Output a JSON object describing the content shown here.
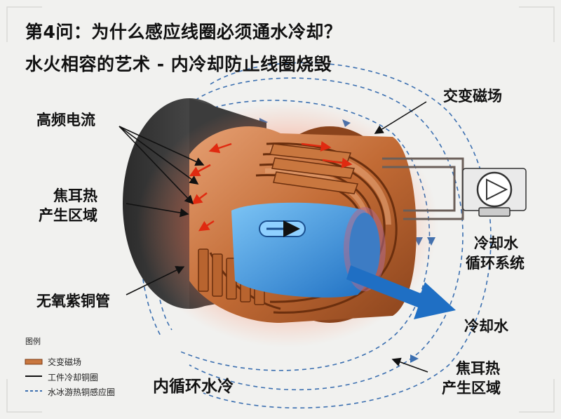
{
  "title": {
    "line1": "第4问：为什么感应线圈必须通水冷却？",
    "line2": "水火相容的艺术 - 内冷却防止线圈烧毁"
  },
  "labels": {
    "high_freq_current": "高频电流",
    "joule_heat_left_1": "焦耳热",
    "joule_heat_left_2": "产生区域",
    "oxygen_free_copper": "无氧紫铜管",
    "internal_cooling": "内循环水冷",
    "alternating_field": "交变磁场",
    "cooling_system_1": "冷却水",
    "cooling_system_2": "循环系统",
    "cooling_water_out": "冷却水",
    "joule_heat_right_1": "焦耳热",
    "joule_heat_right_2": "产生区域"
  },
  "legend": {
    "title": "图例",
    "items": [
      {
        "label": "交变磁场",
        "style": "copper-bar"
      },
      {
        "label": "工件冷却铜圈",
        "style": "solid-line"
      },
      {
        "label": "水冰游热铜感应圈",
        "style": "dashed-line"
      }
    ]
  },
  "colors": {
    "background": "#f1f1ef",
    "copper": "#c9773f",
    "copper_dark": "#7a3a16",
    "heat_glow": "#ff3a1a",
    "water": "#2f86d6",
    "field_lines": "#3b6fb0",
    "workpiece": "#3a3a3a"
  }
}
